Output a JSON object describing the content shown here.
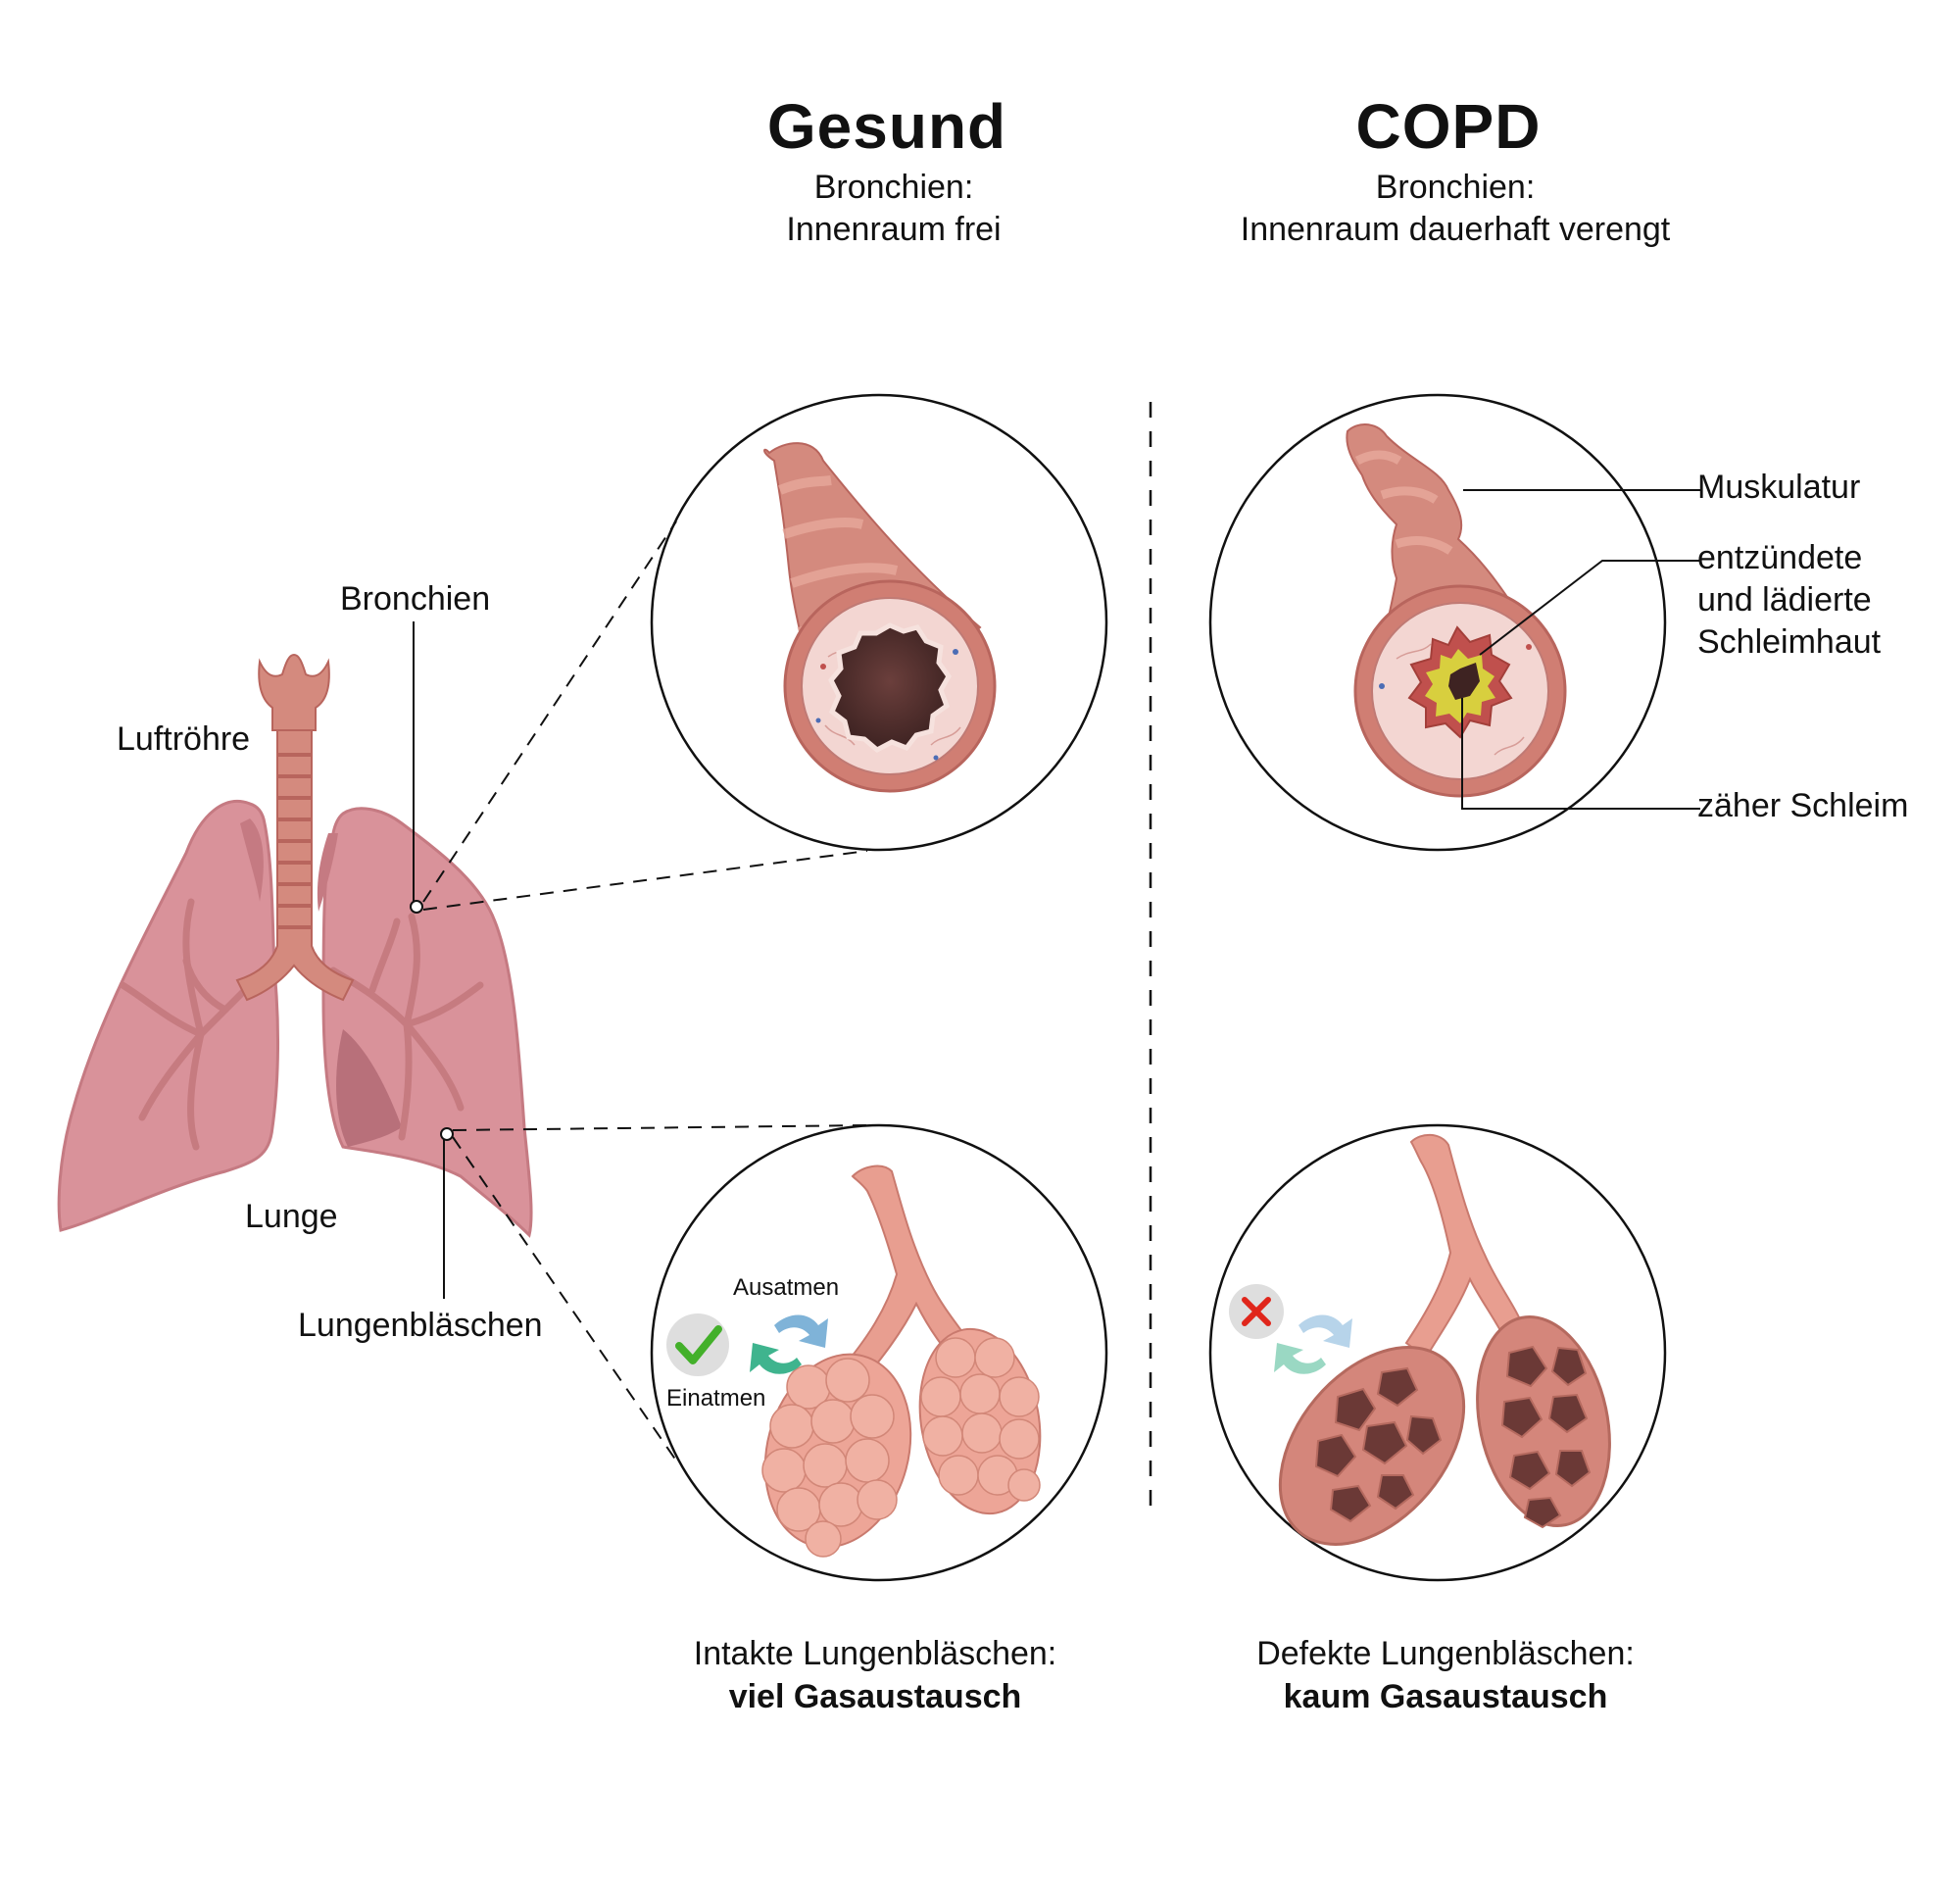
{
  "healthy": {
    "title": "Gesund",
    "subtitle_line1": "Bronchien:",
    "subtitle_line2": "Innenraum frei",
    "caption_line1": "Intakte Lungenbläschen:",
    "caption_line2": "viel Gasaustausch",
    "breath_out": "Ausatmen",
    "breath_in": "Einatmen"
  },
  "copd": {
    "title": "COPD",
    "subtitle_line1": "Bronchien:",
    "subtitle_line2": "Innenraum dauerhaft verengt",
    "caption_line1": "Defekte Lungenbläschen:",
    "caption_line2": "kaum Gasaustausch",
    "label_muscle": "Muskulatur",
    "label_mucosa_1": "entzündete",
    "label_mucosa_2": "und lädierte",
    "label_mucosa_3": "Schleimhaut",
    "label_mucus": "zäher Schleim"
  },
  "anatomy": {
    "bronchi": "Bronchien",
    "trachea": "Luftröhre",
    "lung": "Lunge",
    "alveoli": "Lungenbläschen"
  },
  "colors": {
    "lung": "#d9929a",
    "lung_dark": "#c57a82",
    "airway": "#d48a7e",
    "airway_dark": "#b8655d",
    "lumen": "#5a3432",
    "mucus": "#d8cf3e",
    "check": "#43b02a",
    "cross": "#e0261b"
  }
}
